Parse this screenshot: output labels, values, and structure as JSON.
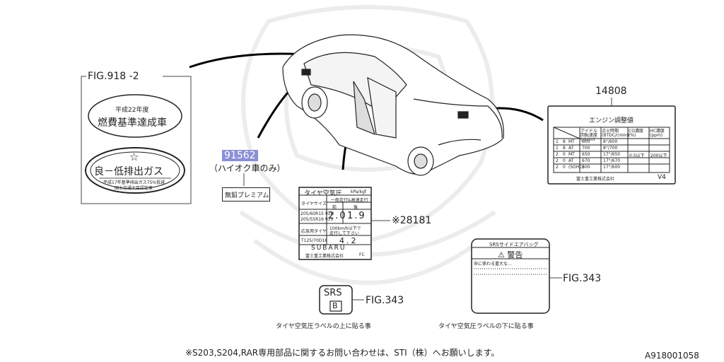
{
  "fig918": {
    "title": "FIG.918 -2",
    "label1_year": "平成22年度",
    "label1_text": "燃費基準達成車",
    "label2_star": "☆",
    "label2_text": "良－低排出ガス",
    "label2_small1": "平成17年基準排出ガス75%低減",
    "label2_small2": "国土交通大臣認定車"
  },
  "p91562": {
    "number": "91562",
    "note": "（ハイオク車のみ）",
    "plate": "無鉛プレミアム"
  },
  "tire": {
    "title": "タイヤ空気圧",
    "unit": "kPa/kgf",
    "hdr_load": "一般走行&高速走行",
    "hdr_front": "前",
    "hdr_rear": "後",
    "size_label": "タイヤサイズ",
    "size1": "205/60R15 91H",
    "size2": "205/55R16 91V",
    "front_val": "2.0",
    "rear_val": "1.9",
    "spare_label": "応急用タイヤ",
    "spare_note1": "100km/h以下で",
    "spare_note2": "走行して下さい",
    "spare_size": "T125/70D16",
    "spare_val": "4.2",
    "brand": "SUBARU",
    "maker": "富士重工業株式会社",
    "code": "FC",
    "part_no": "※28181"
  },
  "engine": {
    "part_no": "14808",
    "title": "エンジン調整値",
    "col1": "アイドル回転速度 (r/min)",
    "col2": "点火時期 (BTDC/r/min)",
    "col3": "CO濃度 (%)",
    "col4": "HC濃度 (ppm)",
    "rows": [
      [
        "1",
        "8",
        "MT",
        "600",
        "8°/600",
        "",
        ""
      ],
      [
        "1",
        "8",
        "AT",
        "700",
        "8°/700",
        "",
        ""
      ],
      [
        "2",
        "0",
        "MT",
        "650",
        "17°/650",
        "0.5以下",
        "200以下"
      ],
      [
        "2",
        "0",
        "AT",
        "670",
        "17°/670",
        "",
        ""
      ],
      [
        "2",
        "0",
        "(SOHC)",
        "600",
        "17°/600",
        "",
        ""
      ]
    ],
    "maker": "富士重工業株式会社",
    "code": "V4"
  },
  "srs_airbag": {
    "title": "SRSサイドエアバッグ",
    "warning": "警告",
    "line1": "命に係わる重大な…",
    "ref": "FIG.343",
    "caption": "タイヤ空気圧ラベルの下に貼る事"
  },
  "srs_small": {
    "text": "SRS",
    "letter": "B",
    "ref": "FIG.343",
    "caption": "タイヤ空気圧ラベルの上に貼る事"
  },
  "footer": {
    "note": "※S203,S204,RAR専用部品に関するお問い合わせは、STI（株）へお願いします。",
    "code": "A918001058"
  }
}
